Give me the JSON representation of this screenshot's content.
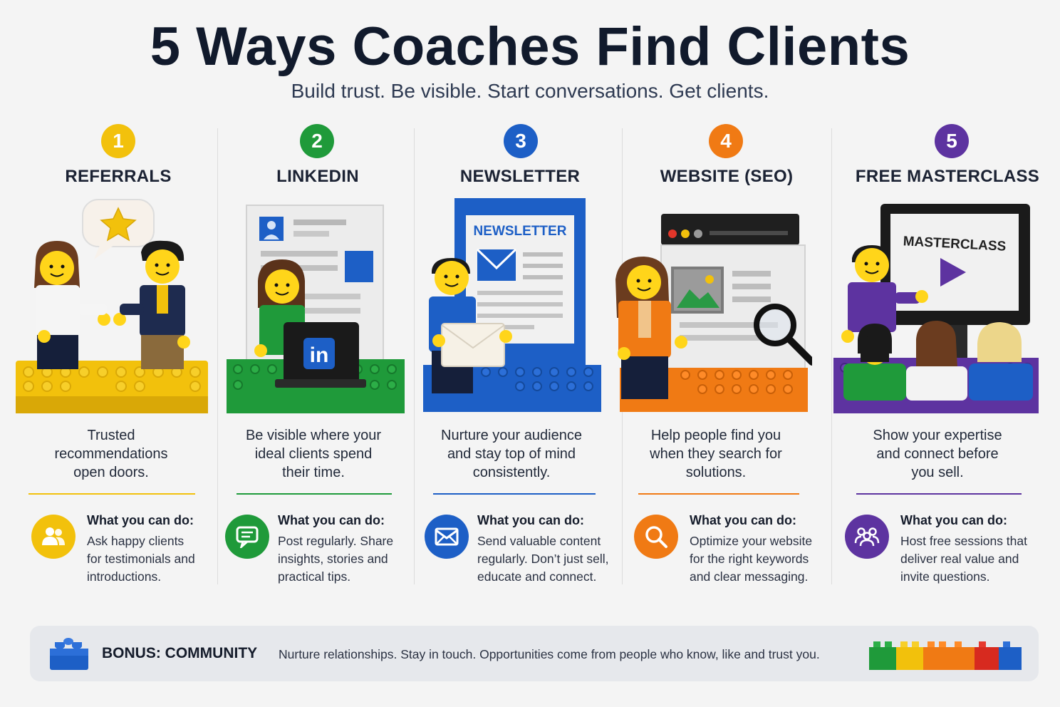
{
  "title": "5 Ways Coaches Find Clients",
  "subtitle": "Build trust. Be visible. Start conversations. Get clients.",
  "what_label": "What you can do:",
  "colors": {
    "yellow": "#f2c10c",
    "green": "#1f9a3a",
    "blue": "#1d5fc6",
    "orange": "#f07a14",
    "purple": "#5d33a0"
  },
  "steps": [
    {
      "number": "1",
      "heading": "REFERRALS",
      "color": "#f2c10c",
      "description": [
        "Trusted",
        "recommendations",
        "open doors."
      ],
      "icon": "people-icon",
      "action": [
        "Ask happy clients",
        "for testimonials and",
        "introductions."
      ]
    },
    {
      "number": "2",
      "heading": "LINKEDIN",
      "color": "#1f9a3a",
      "screen_label": "in",
      "description": [
        "Be visible where your",
        "ideal clients spend",
        "their time."
      ],
      "icon": "chat-icon",
      "action": [
        "Post regularly. Share",
        "insights, stories and",
        "practical tips."
      ]
    },
    {
      "number": "3",
      "heading": "NEWSLETTER",
      "color": "#1d5fc6",
      "board_label": "NEWSLETTER",
      "description": [
        "Nurture your audience",
        "and stay top of mind",
        "consistently."
      ],
      "icon": "envelope-icon",
      "action": [
        "Send valuable content",
        "regularly. Don’t just sell,",
        "educate and connect."
      ]
    },
    {
      "number": "4",
      "heading": "WEBSITE (SEO)",
      "color": "#f07a14",
      "description": [
        "Help people find you",
        "when they search for",
        "solutions."
      ],
      "icon": "search-icon",
      "action": [
        "Optimize your website",
        "for the right keywords",
        "and clear messaging."
      ]
    },
    {
      "number": "5",
      "heading": "FREE MASTERCLASS",
      "color": "#5d33a0",
      "board_label": "MASTERCLASS",
      "description": [
        "Show your expertise",
        "and connect before",
        "you sell."
      ],
      "icon": "group-icon",
      "action": [
        "Host free sessions that",
        "deliver real value and",
        "invite questions."
      ]
    }
  ],
  "bonus": {
    "title": "BONUS: COMMUNITY",
    "text": "Nurture relationships. Stay in touch. Opportunities come from people who know, like and trust you."
  }
}
